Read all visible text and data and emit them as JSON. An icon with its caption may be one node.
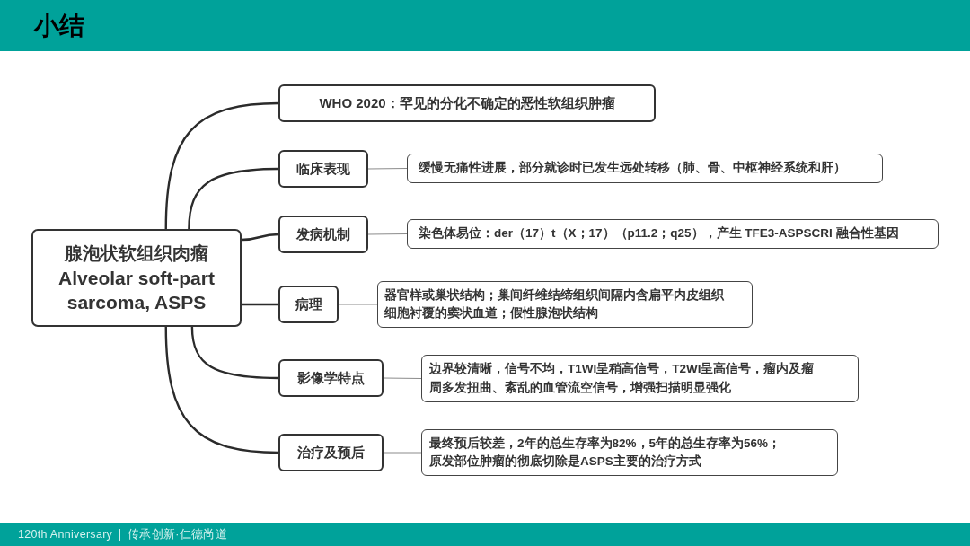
{
  "diagram": {
    "title": "小结",
    "nodes": [
      {
        "text": [
          "腺泡状软组织肉瘤",
          "Alveolar soft-part sarcoma, ASPS"
        ]
      },
      {
        "text": [
          "WHO 2020：罕见的分化不确定的恶性软组织肿瘤"
        ]
      },
      {
        "text": [
          "临床表现"
        ]
      },
      {
        "text": [
          "缓慢无痛性进展，部分就诊时已发生远处转移（肺、骨、中枢神经系统和肝）"
        ]
      },
      {
        "text": [
          "发病机制"
        ]
      },
      {
        "text": [
          "染色体易位：der（17）t（X；17）（p11.2；q25），产生 TFE3-ASPSCRI 融合性基因"
        ]
      },
      {
        "text": [
          "病理"
        ]
      },
      {
        "text": [
          "器官样或巢状结构；巢间纤维结缔组织间隔内含扁平内皮组织细胞衬覆的窦状血道；假性腺泡状结构"
        ]
      },
      {
        "text": [
          "影像学特点"
        ]
      },
      {
        "text": [
          "边界较清晰，信号不均，T1WI呈稍高信号，T2WI呈高信号，瘤内及瘤周多发扭曲、紊乱的血管流空信号，增强扫描明显强化"
        ]
      },
      {
        "text": [
          "治疗及预后"
        ]
      },
      {
        "text": [
          "最终预后较差，2年的总生存率为82%，5年的总生存率为56%；原发部位肿瘤的彻底切除是ASPS主要的治疗方式"
        ]
      }
    ],
    "edges": [
      {
        "from": 0,
        "to": 1,
        "arrow": "none"
      },
      {
        "from": 0,
        "to": 2,
        "arrow": "none"
      },
      {
        "from": 0,
        "to": 4,
        "arrow": "none"
      },
      {
        "from": 0,
        "to": 6,
        "arrow": "none"
      },
      {
        "from": 0,
        "to": 8,
        "arrow": "none"
      },
      {
        "from": 0,
        "to": 10,
        "arrow": "none"
      },
      {
        "from": 2,
        "to": 3,
        "arrow": "none",
        "color": "#8c8c8c"
      },
      {
        "from": 4,
        "to": 5,
        "arrow": "none",
        "color": "#8c8c8c"
      },
      {
        "from": 6,
        "to": 7,
        "arrow": "none",
        "color": "#8c8c8c"
      },
      {
        "from": 8,
        "to": 9,
        "arrow": "none",
        "color": "#8c8c8c"
      },
      {
        "from": 10,
        "to": 11,
        "arrow": "none",
        "color": "#8c8c8c"
      }
    ],
    "labels": [
      "120th Anniversary",
      "传承创新·仁德尚道"
    ]
  }
}
